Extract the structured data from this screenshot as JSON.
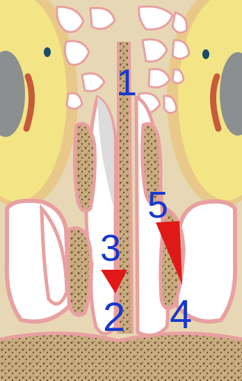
{
  "labels": {
    "l1": "1",
    "l2": "2",
    "l3": "3",
    "l4": "4",
    "l5": "5"
  },
  "colors": {
    "label": "#1838cc",
    "arrow": "#e01818",
    "tissue": "#e8d7b4",
    "bone": "#8a6a44",
    "mucosa": "#e8a0a0",
    "fat": "#f2e58a",
    "airway": "#ffffff"
  }
}
